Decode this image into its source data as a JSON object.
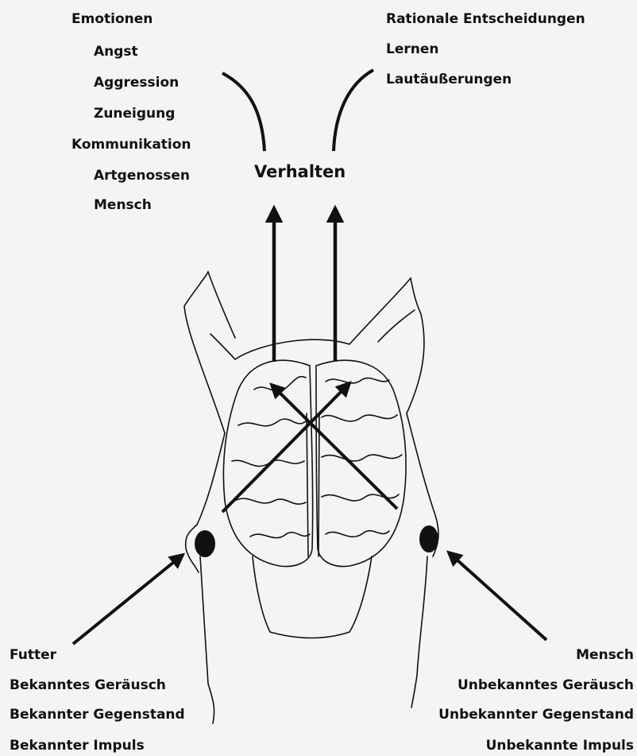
{
  "top_left": {
    "emotions_heading": "Emotionen",
    "emotions": [
      "Angst",
      "Aggression",
      "Zuneigung"
    ],
    "communication_heading": "Kommunikation",
    "communication": [
      "Artgenossen",
      "Mensch"
    ]
  },
  "top_right": {
    "items": [
      "Rationale Entscheidungen",
      "Lernen",
      "Lautäußerungen"
    ]
  },
  "center": {
    "behavior": "Verhalten"
  },
  "bottom_left": {
    "items": [
      "Futter",
      "Bekanntes Geräusch",
      "Bekannter Gegenstand",
      "Bekannter Impuls"
    ]
  },
  "bottom_right": {
    "items": [
      "Mensch",
      "Unbekanntes Geräusch",
      "Unbekannter Gegenstand",
      "Unbekannte Impuls"
    ]
  },
  "colors": {
    "background": "#f4f4f2",
    "ink": "#111111"
  }
}
